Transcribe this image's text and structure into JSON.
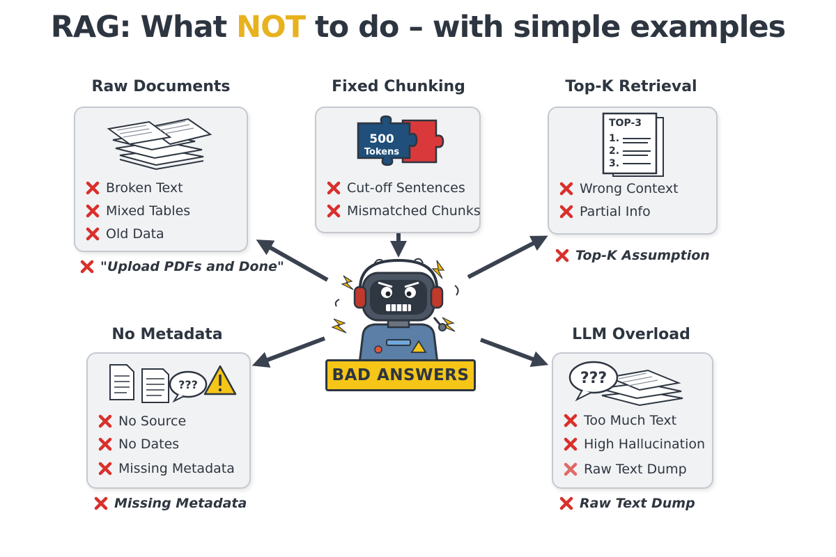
{
  "title": {
    "part1": "RAG: What ",
    "highlight": "NOT",
    "part2": " to do – with simple examples"
  },
  "panels": {
    "raw_documents": {
      "heading": "Raw Documents",
      "items": [
        "Broken Text",
        "Mixed Tables",
        "Old Data"
      ],
      "note": "\"Upload PDFs and Done\""
    },
    "fixed_chunking": {
      "heading": "Fixed Chunking",
      "puzzle_number": "500",
      "puzzle_label": "Tokens",
      "items": [
        "Cut-off Sentences",
        "Mismatched Chunks"
      ]
    },
    "top_k_retrieval": {
      "heading": "Top-K Retrieval",
      "list_title": "TOP-3",
      "list_numbers": [
        "1.",
        "2.",
        "3."
      ],
      "items": [
        "Wrong Context",
        "Partial Info"
      ],
      "note": "Top-K Assumption"
    },
    "no_metadata": {
      "heading": "No Metadata",
      "bubble_text": "???",
      "items": [
        "No Source",
        "No Dates",
        "Missing Metadata"
      ],
      "note": "Missing Metadata"
    },
    "llm_overload": {
      "heading": "LLM Overload",
      "bubble_text": "???",
      "items": [
        "Too Much Text",
        "High Hallucination",
        "Raw Text Dump"
      ],
      "note": "Raw Text Dump"
    }
  },
  "center": {
    "banner": "BAD ANSWERS"
  },
  "colors": {
    "accent": "#e8b21f",
    "cross": "#d9302b",
    "dark": "#2d3540",
    "box_bg": "#f1f2f4",
    "puzzle_blue": "#1f4f7a",
    "puzzle_red": "#d9393a"
  }
}
